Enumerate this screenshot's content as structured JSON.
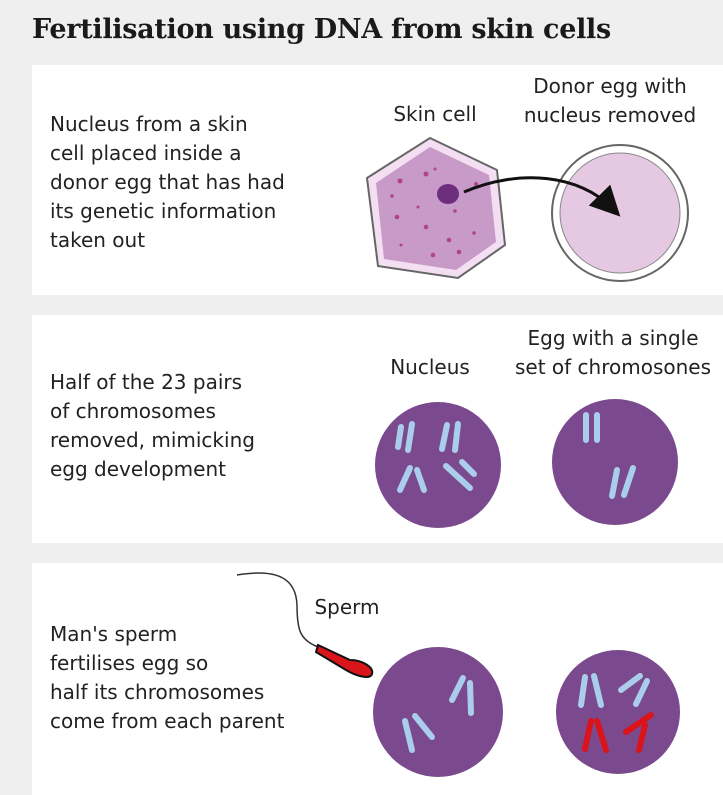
{
  "title": "Fertilisation using DNA from skin cells",
  "steps": [
    {
      "description": [
        "Nucleus from a skin",
        "cell placed inside a",
        "donor egg that has had",
        "its genetic information",
        "taken out"
      ],
      "labels": {
        "left": [
          "Skin cell"
        ],
        "right": [
          "Donor egg with",
          "nucleus removed"
        ]
      }
    },
    {
      "description": [
        "Half of the 23 pairs",
        "of chromosomes",
        "removed, mimicking",
        "egg development"
      ],
      "labels": {
        "left": [
          "Nucleus"
        ],
        "right": [
          "Egg with a single",
          "set of chromosones"
        ]
      }
    },
    {
      "description": [
        "Man's sperm",
        "fertilises egg so",
        "half its chromosomes",
        "come from each parent"
      ],
      "labels": {
        "sperm": "Sperm"
      }
    }
  ],
  "colors": {
    "background": "#efefef",
    "panel": "#ffffff",
    "cell_purple": "#7b4a8e",
    "skin_cell": "#c89ac8",
    "egg": "#e5c8e2",
    "maternal_chromosome": "#a9cdea",
    "paternal_chromosome": "#d9141b"
  }
}
